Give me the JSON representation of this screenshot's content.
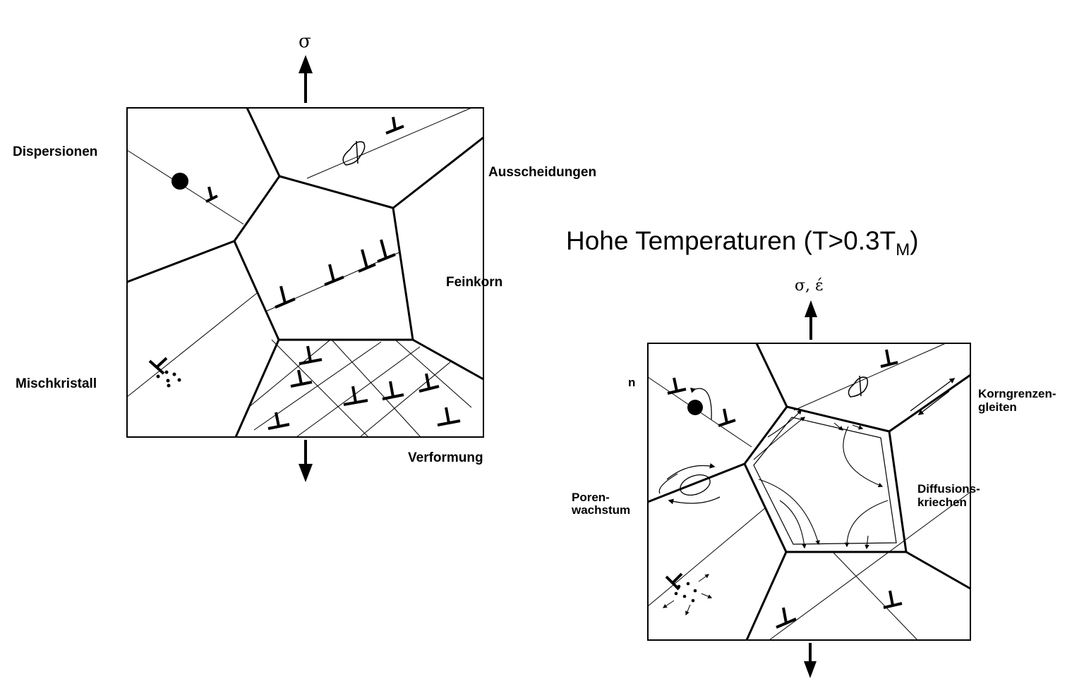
{
  "left_diagram": {
    "stress_symbol": "σ",
    "labels": {
      "dispersionen": "Dispersionen",
      "ausscheidungen": "Ausscheidungen",
      "feinkorn": "Feinkorn",
      "mischkristall": "Mischkristall",
      "verformung": "Verformung"
    }
  },
  "right_diagram": {
    "title_main": "Hohe Temperaturen (T>0.3T",
    "title_sub": "M",
    "title_close": ")",
    "stress_symbol": "σ, έ",
    "labels": {
      "cut_label": "n",
      "korngrenzen_line1": "Korngrenzen-",
      "korngrenzen_line2": "gleiten",
      "diffusions_line1": "Diffusions-",
      "diffusions_line2": "kriechen",
      "poren_line1": "Poren-",
      "poren_line2": "wachstum"
    }
  }
}
